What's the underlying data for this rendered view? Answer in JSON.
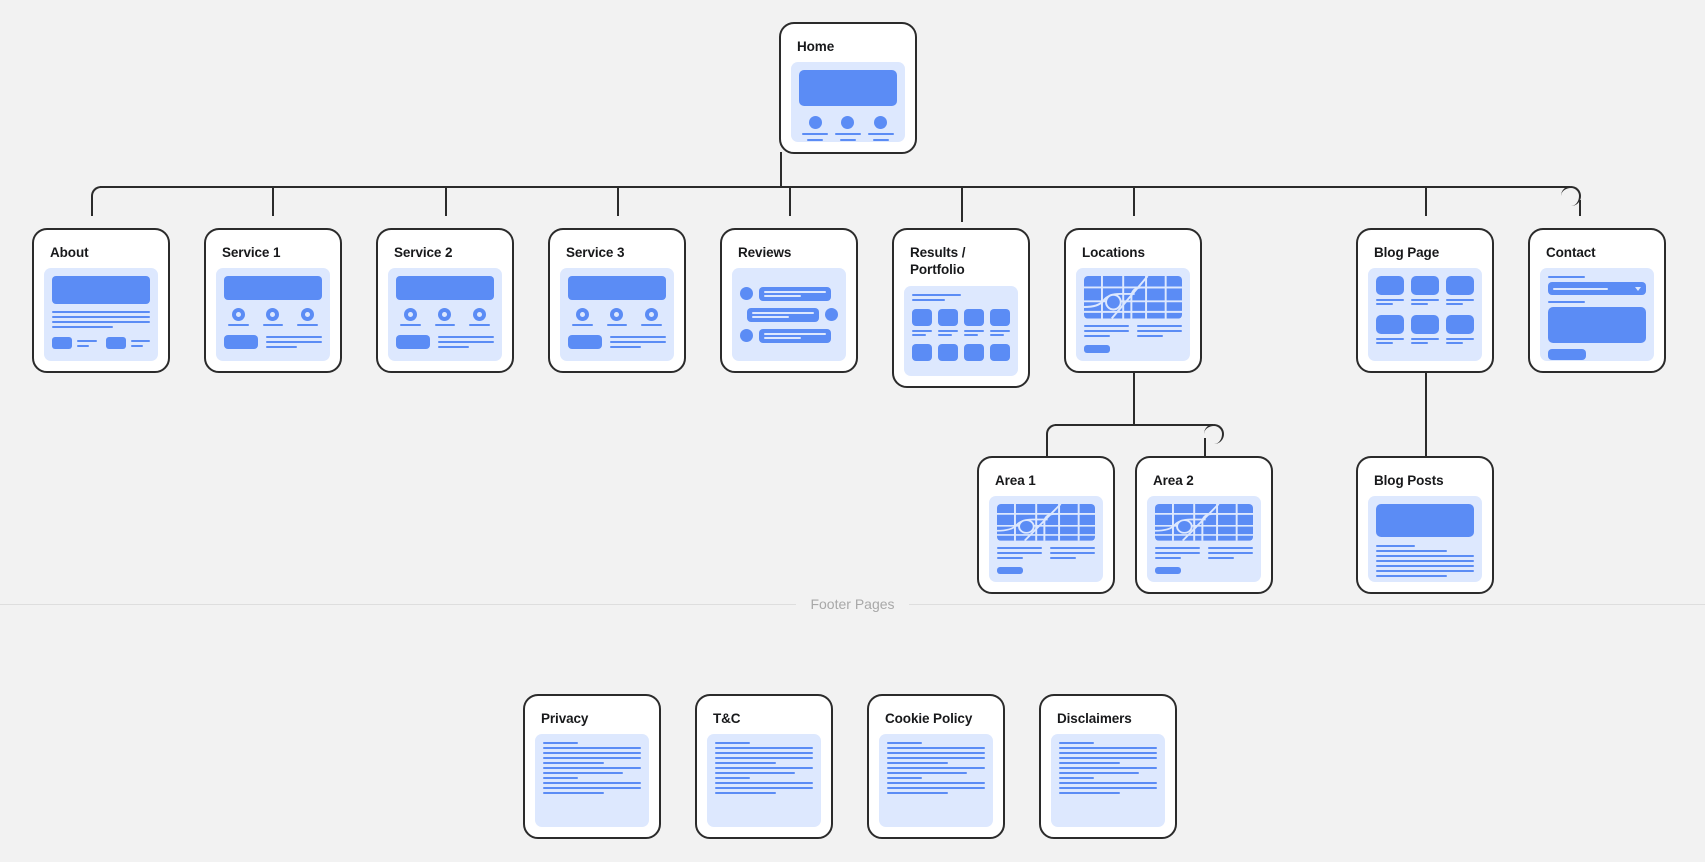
{
  "diagram": {
    "type": "sitemap-tree",
    "background_color": "#f2f2f2",
    "card_border_color": "#2b2b2b",
    "thumb_background_color": "#dde8fe",
    "accent_color": "#5b8cf5",
    "title_color": "#18191b"
  },
  "root": {
    "label": "Home",
    "thumbnail": "homepage-hero-wireframe"
  },
  "level2": [
    {
      "label": "About",
      "thumbnail": "about-page-wireframe"
    },
    {
      "label": "Service 1",
      "thumbnail": "service-page-wireframe"
    },
    {
      "label": "Service 2",
      "thumbnail": "service-page-wireframe"
    },
    {
      "label": "Service 3",
      "thumbnail": "service-page-wireframe"
    },
    {
      "label": "Reviews",
      "thumbnail": "reviews-testimonials-wireframe"
    },
    {
      "label": "Results /\nPortfolio",
      "label_line1": "Results /",
      "label_line2": "Portfolio",
      "thumbnail": "portfolio-grid-wireframe"
    },
    {
      "label": "Locations",
      "thumbnail": "map-wireframe"
    },
    {
      "label": "Blog Page",
      "thumbnail": "blog-grid-wireframe"
    },
    {
      "label": "Contact",
      "thumbnail": "contact-form-wireframe"
    }
  ],
  "level3": [
    {
      "label": "Area 1",
      "parent": "Locations",
      "thumbnail": "map-wireframe"
    },
    {
      "label": "Area 2",
      "parent": "Locations",
      "thumbnail": "map-wireframe"
    },
    {
      "label": "Blog Posts",
      "parent": "Blog Page",
      "thumbnail": "article-wireframe"
    }
  ],
  "footer_section": {
    "label": "Footer Pages",
    "pages": [
      {
        "label": "Privacy",
        "thumbnail": "legal-text-wireframe"
      },
      {
        "label": "T&C",
        "thumbnail": "legal-text-wireframe"
      },
      {
        "label": "Cookie Policy",
        "thumbnail": "legal-text-wireframe"
      },
      {
        "label": "Disclaimers",
        "thumbnail": "legal-text-wireframe"
      }
    ]
  }
}
